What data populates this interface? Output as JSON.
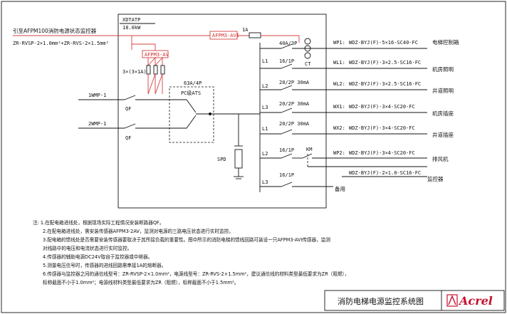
{
  "panel": {
    "model": "XDTATP",
    "power": "18.0kW"
  },
  "top_left": {
    "monitor_note": "引至AFPM100消防电源状态监控器",
    "cable": "ZR-RVSP-2×1.0mm²+ZR-RVS-2×1.5mm²"
  },
  "sensors": {
    "avi": "AFPM3-AVI",
    "av": "AFPM3-AV",
    "current_label": "1A",
    "fuse": "3×(3×1A)",
    "ct": "CT"
  },
  "incoming": [
    {
      "name": "1WMP-1",
      "breaker": "QF"
    },
    {
      "name": "2WMP-1",
      "breaker": "QF"
    }
  ],
  "ats": {
    "rating": "63A/4P",
    "name": "PC级ATS"
  },
  "spd": "SPD",
  "main_breaker": "40A/3P",
  "branches": [
    {
      "phase": "",
      "rating": "",
      "id": "WP1:",
      "cable": "WDZ-BYJ(F)-5×16-SC40-FC",
      "load": "电梯控制箱"
    },
    {
      "phase": "L1",
      "rating": "16/1P",
      "id": "WL1:",
      "cable": "WDZ-BYJ(F)-3×2.5-SC16-FC",
      "load": "机房照明"
    },
    {
      "phase": "L2",
      "rating": "20/2P 30mA",
      "id": "WL2:",
      "cable": "WDZ-BYJ(F)-3×2.5-SC16-FC",
      "load": "井道照明"
    },
    {
      "phase": "L3",
      "rating": "20/2P 30mA",
      "id": "WX1:",
      "cable": "WDZ-BYJ(F)-3×4-SC20-FC",
      "load": "机房插座"
    },
    {
      "phase": "L1",
      "rating": "20/2P 30mA",
      "id": "WX2:",
      "cable": "WDZ-BYJ(F)-3×4-SC20-FC",
      "load": "井道插座"
    },
    {
      "phase": "L2",
      "rating": "16/1P",
      "id": "WP2:",
      "cable": "WDZ-BYJ(F)-3×4-SC20-FC",
      "load": "排风机",
      "extra_label": "KM"
    },
    {
      "phase": "",
      "rating": "",
      "id": "",
      "cable": "WDZ-BYJ(F)-2×1.0-SC16-FC",
      "load": "监控器"
    },
    {
      "phase": "L3",
      "rating": "16/1P",
      "id": "",
      "cable": "",
      "load": "备用"
    }
  ],
  "notes": [
    "注: 1.在配电箱进线处，根据现场实际工程情况安装断路器QF。",
    "2.在配电箱进线处，需安装传感器AFPM3-2AV，监测对电源的三路电压状态进行实时监控。",
    "3.配电箱的馈线处是否需要安装传感器要取决于其所接负载的重要性。图中所示的消防电梯的馈线回路可装设一只AFPM3-AVI传感器，监测",
    "对线路中的电压和电流状态进行实时监控。",
    "4.传感器的辅助电源DC24V取自于监控器或中继器。",
    "5.测量电压信号时，传感器的进线回路需串接1A的熔断器。",
    "6.传感器与监控器之间的通信线型号：ZR-RVSP-2×1.0mm²，电源线型号：ZR-RVS-2×1.5mm²，建议通信线的材料类型最低要求为ZR（阻燃），",
    "标称截面不小于1.0mm²；电源线材料类型最低要求为ZR（阻燃），标称截面不小于1.5mm²。"
  ],
  "title_block": {
    "title": "消防电梯电源监控系统图",
    "brand": "Acrel"
  },
  "colors": {
    "sensor_wire": "#d84040",
    "line": "#111111",
    "brand": "#c8102e"
  }
}
